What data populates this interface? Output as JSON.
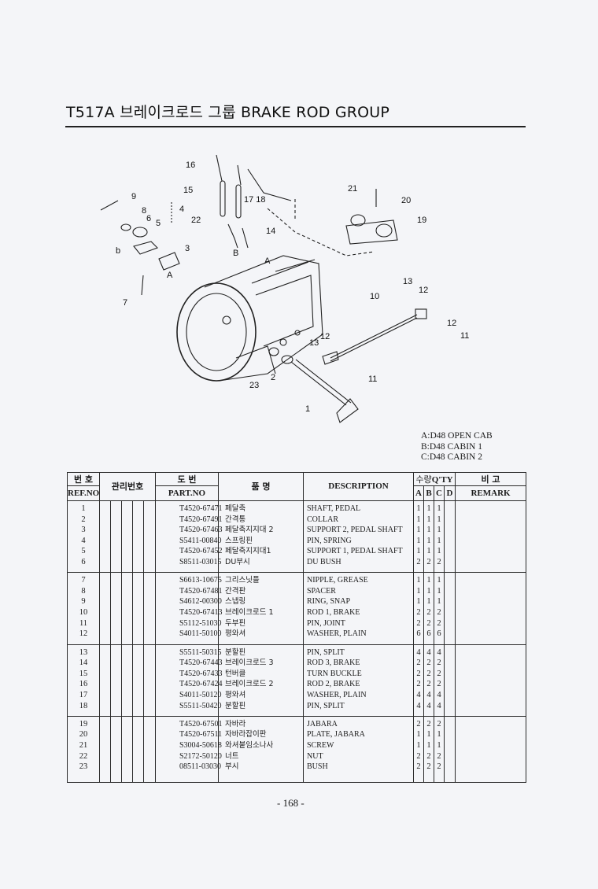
{
  "header": {
    "title": "T517A 브레이크로드 그룹 BRAKE ROD GROUP"
  },
  "diagram": {
    "callouts": [
      "16",
      "15",
      "17",
      "18",
      "9",
      "8",
      "6",
      "5",
      "4",
      "22",
      "14",
      "B",
      "A",
      "3",
      "b",
      "A",
      "7",
      "21",
      "20",
      "19",
      "13",
      "12",
      "10",
      "12",
      "11",
      "13",
      "12",
      "23",
      "2",
      "11",
      "1"
    ]
  },
  "legend": [
    "A:D48 OPEN CAB",
    "B:D48 CABIN 1",
    "C:D48 CABIN 2"
  ],
  "table": {
    "headers": {
      "ref_ko": "번 호",
      "ref_en": "REF.NO",
      "mgmt_ko": "관리번호",
      "part_ko": "도 번",
      "part_en": "PART.NO",
      "name_ko": "품 명",
      "desc": "DESCRIPTION",
      "qty_ko": "수량",
      "qty_en": "Q'TY",
      "qty_a": "A",
      "qty_b": "B",
      "qty_c": "C",
      "qty_d": "D",
      "remark_ko": "비 고",
      "remark_en": "REMARK"
    },
    "groups": [
      {
        "rows": [
          {
            "ref": "1",
            "part": "T4520-67471",
            "ko": "페달축",
            "desc": "SHAFT, PEDAL",
            "a": "1",
            "b": "1",
            "c": "1",
            "d": ""
          },
          {
            "ref": "2",
            "part": "T4520-67491",
            "ko": "간격통",
            "desc": "COLLAR",
            "a": "1",
            "b": "1",
            "c": "1",
            "d": ""
          },
          {
            "ref": "3",
            "part": "T4520-67463",
            "ko": "페달축지지대 2",
            "desc": "SUPPORT 2, PEDAL SHAFT",
            "a": "1",
            "b": "1",
            "c": "1",
            "d": ""
          },
          {
            "ref": "4",
            "part": "S5411-00840",
            "ko": "스프링핀",
            "desc": "PIN, SPRING",
            "a": "1",
            "b": "1",
            "c": "1",
            "d": ""
          },
          {
            "ref": "5",
            "part": "T4520-67452",
            "ko": "페달축지지대1",
            "desc": "SUPPORT 1, PEDAL SHAFT",
            "a": "1",
            "b": "1",
            "c": "1",
            "d": ""
          },
          {
            "ref": "6",
            "part": "S8511-03015",
            "ko": "DU부시",
            "desc": "DU BUSH",
            "a": "2",
            "b": "2",
            "c": "2",
            "d": ""
          }
        ]
      },
      {
        "rows": [
          {
            "ref": "7",
            "part": "S6613-10675",
            "ko": "그리스닛플",
            "desc": "NIPPLE, GREASE",
            "a": "1",
            "b": "1",
            "c": "1",
            "d": ""
          },
          {
            "ref": "8",
            "part": "T4520-67481",
            "ko": "간격판",
            "desc": "SPACER",
            "a": "1",
            "b": "1",
            "c": "1",
            "d": ""
          },
          {
            "ref": "9",
            "part": "S4612-00300",
            "ko": "스냅링",
            "desc": "RING, SNAP",
            "a": "1",
            "b": "1",
            "c": "1",
            "d": ""
          },
          {
            "ref": "10",
            "part": "T4520-67413",
            "ko": "브레이크로드 1",
            "desc": "ROD 1, BRAKE",
            "a": "2",
            "b": "2",
            "c": "2",
            "d": ""
          },
          {
            "ref": "11",
            "part": "S5112-51030",
            "ko": "두부핀",
            "desc": "PIN, JOINT",
            "a": "2",
            "b": "2",
            "c": "2",
            "d": ""
          },
          {
            "ref": "12",
            "part": "S4011-50100",
            "ko": "평와셔",
            "desc": "WASHER, PLAIN",
            "a": "6",
            "b": "6",
            "c": "6",
            "d": ""
          }
        ]
      },
      {
        "rows": [
          {
            "ref": "13",
            "part": "S5511-50315",
            "ko": "분할핀",
            "desc": "PIN, SPLIT",
            "a": "4",
            "b": "4",
            "c": "4",
            "d": ""
          },
          {
            "ref": "14",
            "part": "T4520-67443",
            "ko": "브레이크로드 3",
            "desc": "ROD 3, BRAKE",
            "a": "2",
            "b": "2",
            "c": "2",
            "d": ""
          },
          {
            "ref": "15",
            "part": "T4520-67433",
            "ko": "턴버클",
            "desc": "TURN BUCKLE",
            "a": "2",
            "b": "2",
            "c": "2",
            "d": ""
          },
          {
            "ref": "16",
            "part": "T4520-67424",
            "ko": "브레이크로드 2",
            "desc": "ROD 2, BRAKE",
            "a": "2",
            "b": "2",
            "c": "2",
            "d": ""
          },
          {
            "ref": "17",
            "part": "S4011-50120",
            "ko": "평와셔",
            "desc": "WASHER, PLAIN",
            "a": "4",
            "b": "4",
            "c": "4",
            "d": ""
          },
          {
            "ref": "18",
            "part": "S5511-50420",
            "ko": "분할핀",
            "desc": "PIN, SPLIT",
            "a": "4",
            "b": "4",
            "c": "4",
            "d": ""
          }
        ]
      },
      {
        "rows": [
          {
            "ref": "19",
            "part": "T4520-67501",
            "ko": "자바라",
            "desc": "JABARA",
            "a": "2",
            "b": "2",
            "c": "2",
            "d": ""
          },
          {
            "ref": "20",
            "part": "T4520-67511",
            "ko": "자바라잡이판",
            "desc": "PLATE, JABARA",
            "a": "1",
            "b": "1",
            "c": "1",
            "d": ""
          },
          {
            "ref": "21",
            "part": "S3004-50618",
            "ko": "와셔붙임소나사",
            "desc": "SCREW",
            "a": "1",
            "b": "1",
            "c": "1",
            "d": ""
          },
          {
            "ref": "22",
            "part": "S2172-50120",
            "ko": "너트",
            "desc": "NUT",
            "a": "2",
            "b": "2",
            "c": "2",
            "d": ""
          },
          {
            "ref": "23",
            "part": "08511-03030",
            "ko": "부시",
            "desc": "BUSH",
            "a": "2",
            "b": "2",
            "c": "2",
            "d": ""
          }
        ]
      }
    ]
  },
  "footer": {
    "page_number": "- 168 -"
  }
}
